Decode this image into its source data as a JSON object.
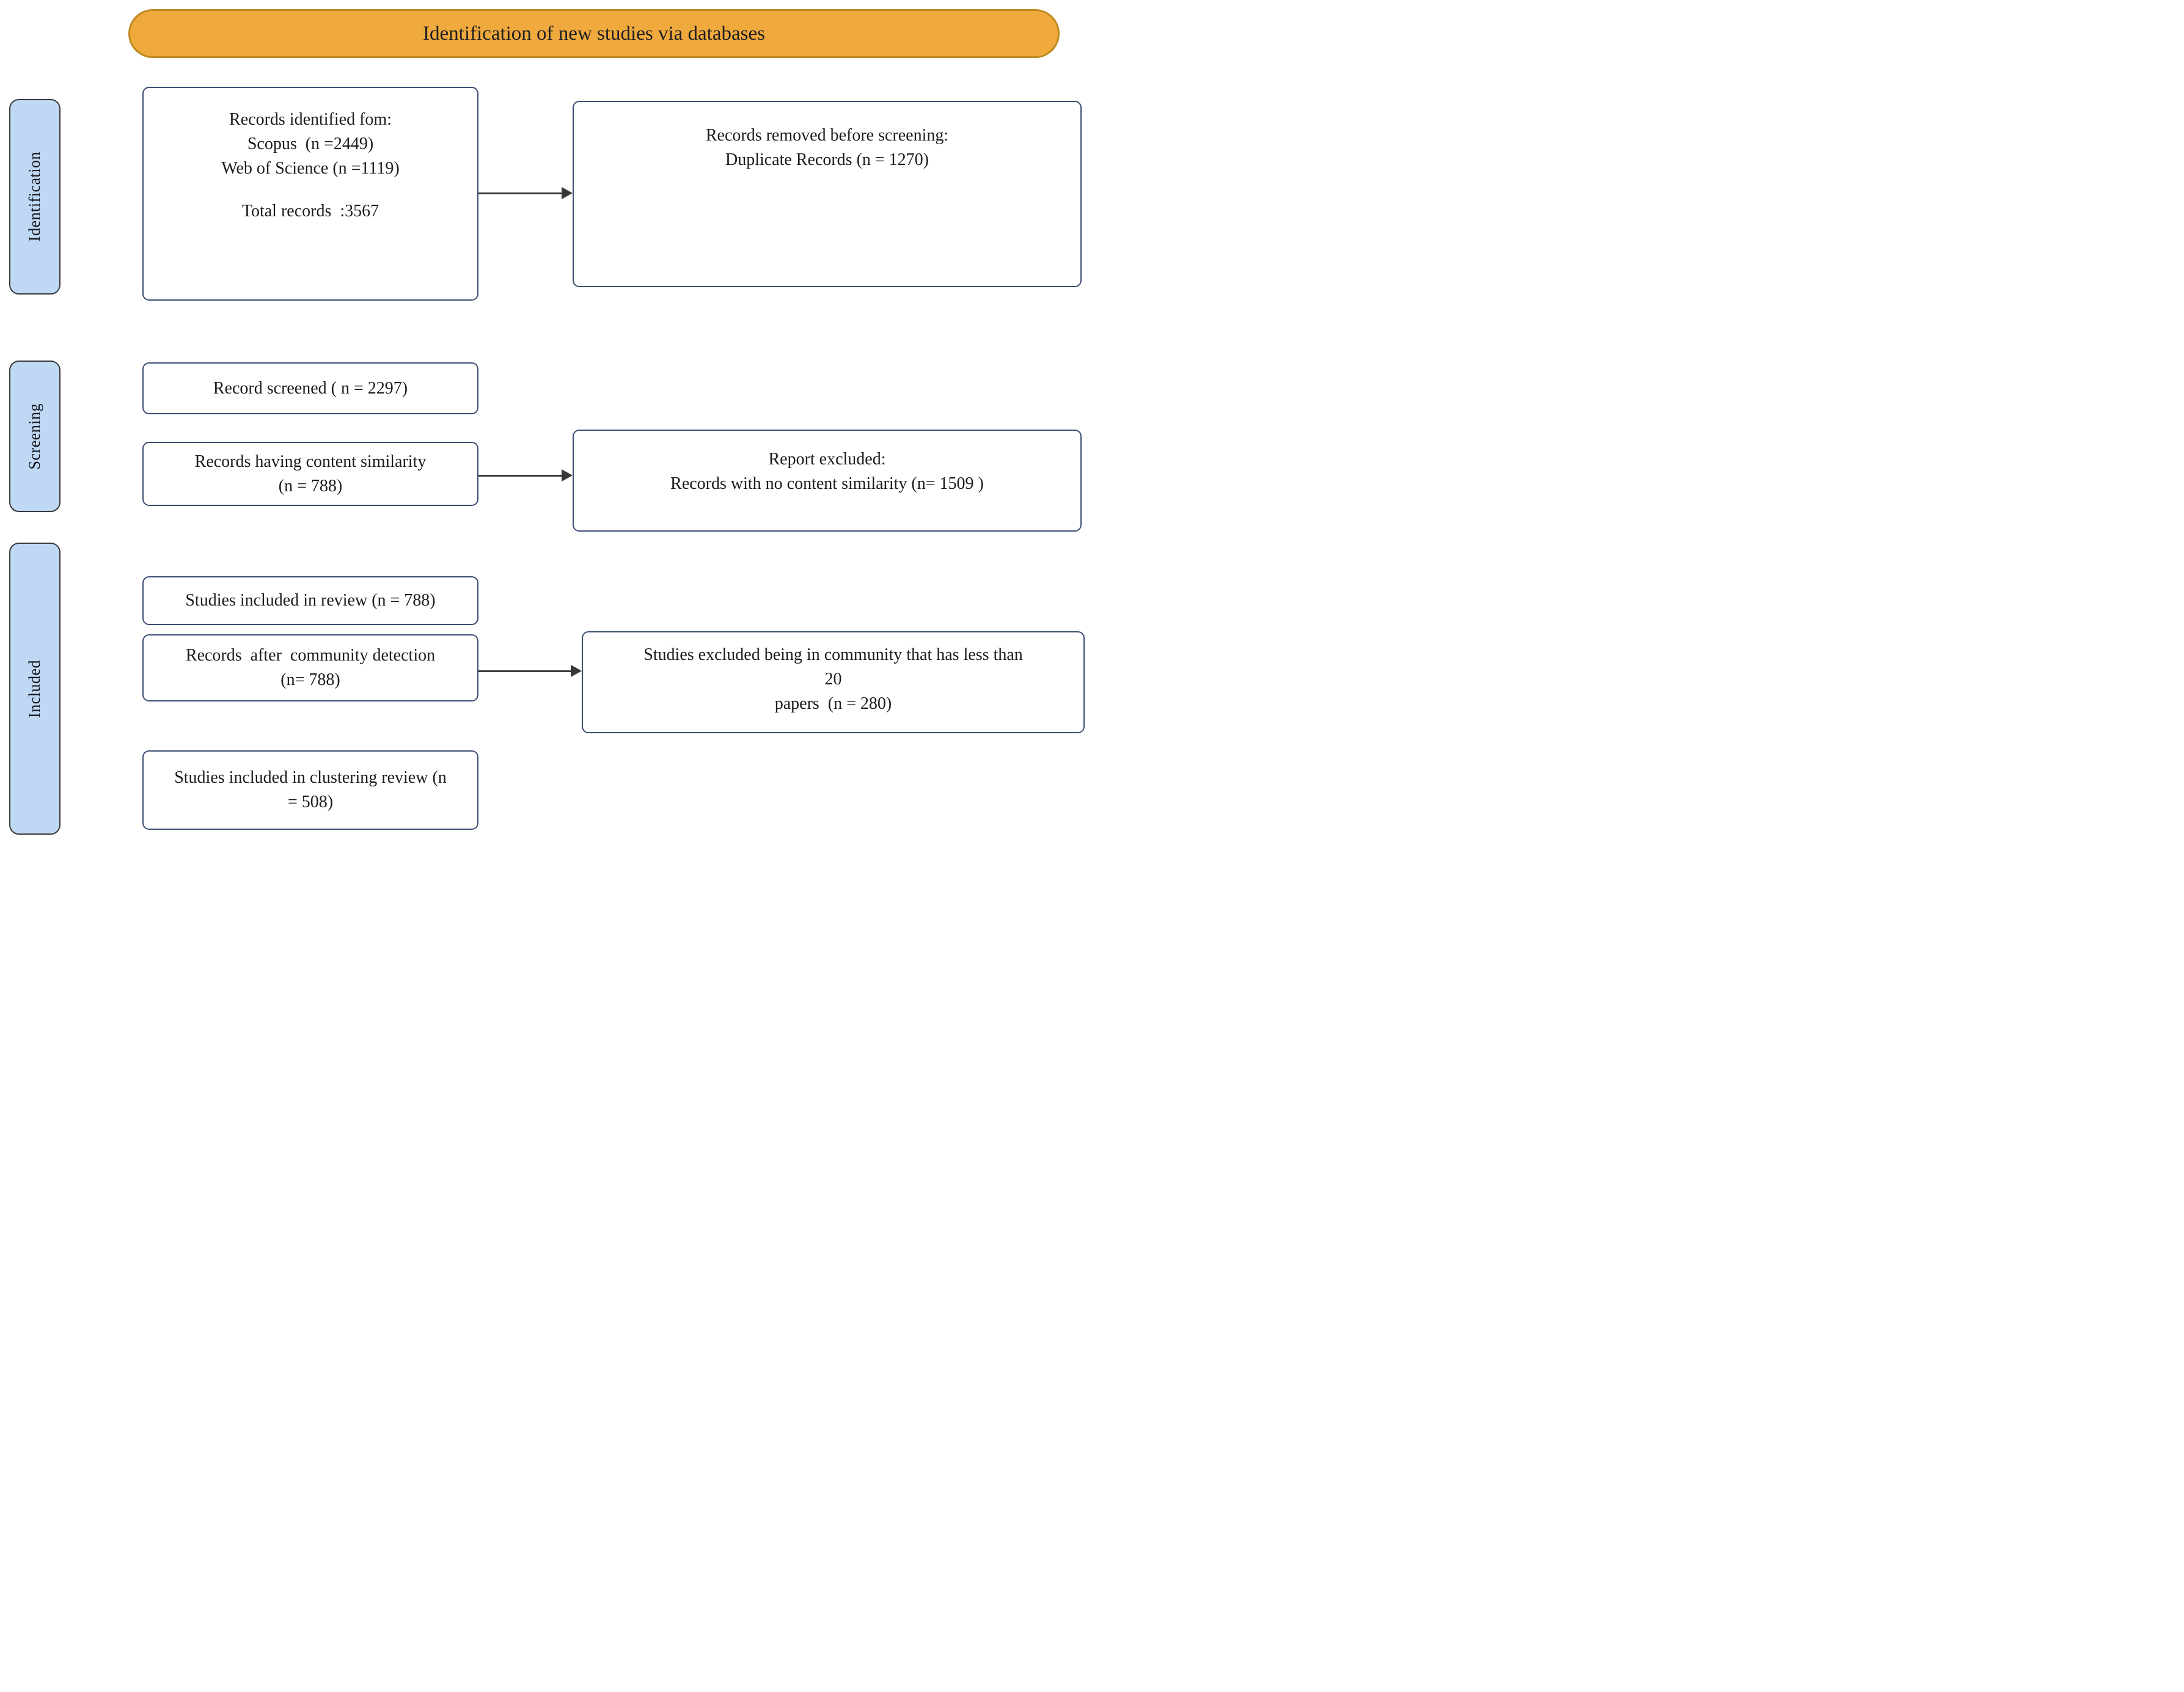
{
  "banner": {
    "label": "Identification of new studies via databases"
  },
  "sidebar": {
    "identification": "Identification",
    "screening": "Screening",
    "included": "Included"
  },
  "boxes": {
    "records_identified": {
      "lines": [
        "Records identified fom:",
        "Scopus  (n =2449)",
        "Web of Science (n =1119)",
        "",
        "Total records  :3567"
      ]
    },
    "records_removed": {
      "lines": [
        "Records removed before screening:",
        "Duplicate Records (n = 1270)"
      ]
    },
    "records_screened": {
      "lines": [
        "Record screened ( n = 2297)"
      ]
    },
    "content_similarity": {
      "lines": [
        "Records having content similarity",
        "(n = 788)"
      ]
    },
    "reports_excluded": {
      "lines": [
        "Report excluded:",
        "Records with no content similarity (n= 1509 )"
      ]
    },
    "included_in_review": {
      "lines": [
        "Studies included in review (n = 788)"
      ]
    },
    "community_detection": {
      "lines": [
        "Records  after  community detection",
        "(n= 788)"
      ]
    },
    "excluded_community": {
      "lines": [
        "Studies excluded being in community that has less than",
        "20",
        "papers  (n = 280)"
      ]
    },
    "clustering_review": {
      "lines": [
        "Studies included in clustering review (n",
        "= 508)"
      ]
    }
  },
  "colors": {
    "banner_fill": "#F0A93C",
    "banner_border": "#BE8A1E",
    "tab_fill": "#BFD9F4",
    "tab_border": "#3A3A3A",
    "box_border": "#3D4E73",
    "arrow": "#383838",
    "text": "#1C1C1C"
  }
}
